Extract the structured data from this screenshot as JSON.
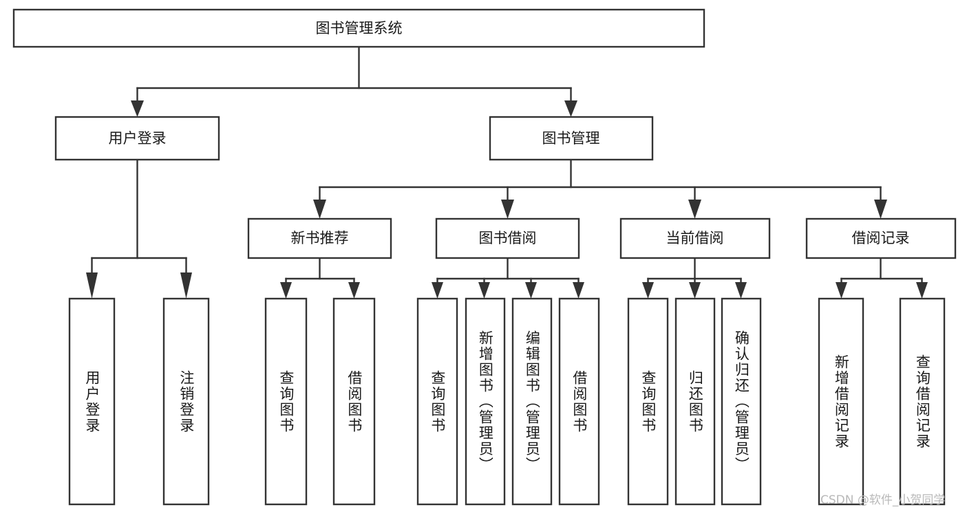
{
  "diagram": {
    "title": "图书管理系统",
    "type": "tree",
    "root": {
      "id": "root",
      "label": "图书管理系统",
      "orientation": "horizontal"
    },
    "level2": [
      {
        "id": "user-login",
        "label": "用户登录",
        "orientation": "horizontal"
      },
      {
        "id": "book-manage",
        "label": "图书管理",
        "orientation": "horizontal"
      }
    ],
    "level3": [
      {
        "id": "new-book-recommend",
        "label": "新书推荐",
        "orientation": "horizontal",
        "parent": "book-manage"
      },
      {
        "id": "book-borrow",
        "label": "图书借阅",
        "orientation": "horizontal",
        "parent": "book-manage"
      },
      {
        "id": "current-borrow",
        "label": "当前借阅",
        "orientation": "horizontal",
        "parent": "book-manage"
      },
      {
        "id": "borrow-record",
        "label": "借阅记录",
        "orientation": "horizontal",
        "parent": "book-manage"
      }
    ],
    "leaves": [
      {
        "id": "leaf-user-login",
        "label": "用户登录",
        "parent": "user-login",
        "orientation": "vertical"
      },
      {
        "id": "leaf-user-logout",
        "label": "注销登录",
        "parent": "user-login",
        "orientation": "vertical"
      },
      {
        "id": "leaf-query-book-1",
        "label": "查询图书",
        "parent": "new-book-recommend",
        "orientation": "vertical"
      },
      {
        "id": "leaf-borrow-book-1",
        "label": "借阅图书",
        "parent": "new-book-recommend",
        "orientation": "vertical"
      },
      {
        "id": "leaf-query-book-2",
        "label": "查询图书",
        "parent": "book-borrow",
        "orientation": "vertical"
      },
      {
        "id": "leaf-add-book",
        "label": "新增图书（管理员）",
        "parent": "book-borrow",
        "orientation": "vertical"
      },
      {
        "id": "leaf-edit-book",
        "label": "编辑图书（管理员）",
        "parent": "book-borrow",
        "orientation": "vertical"
      },
      {
        "id": "leaf-borrow-book-2",
        "label": "借阅图书",
        "parent": "book-borrow",
        "orientation": "vertical"
      },
      {
        "id": "leaf-query-book-3",
        "label": "查询图书",
        "parent": "current-borrow",
        "orientation": "vertical"
      },
      {
        "id": "leaf-return-book",
        "label": "归还图书",
        "parent": "current-borrow",
        "orientation": "vertical"
      },
      {
        "id": "leaf-confirm-return",
        "label": "确认归还（管理员）",
        "parent": "current-borrow",
        "orientation": "vertical"
      },
      {
        "id": "leaf-add-record",
        "label": "新增借阅记录",
        "parent": "borrow-record",
        "orientation": "vertical"
      },
      {
        "id": "leaf-query-record",
        "label": "查询借阅记录",
        "parent": "borrow-record",
        "orientation": "vertical"
      }
    ],
    "colors": {
      "stroke": "#333333",
      "box_fill": "#ffffff",
      "text": "#1a1a1a",
      "background": "#ffffff",
      "watermark": "#b9b9b9"
    }
  },
  "watermark": {
    "text": "CSDN @软件_小贺同学"
  }
}
